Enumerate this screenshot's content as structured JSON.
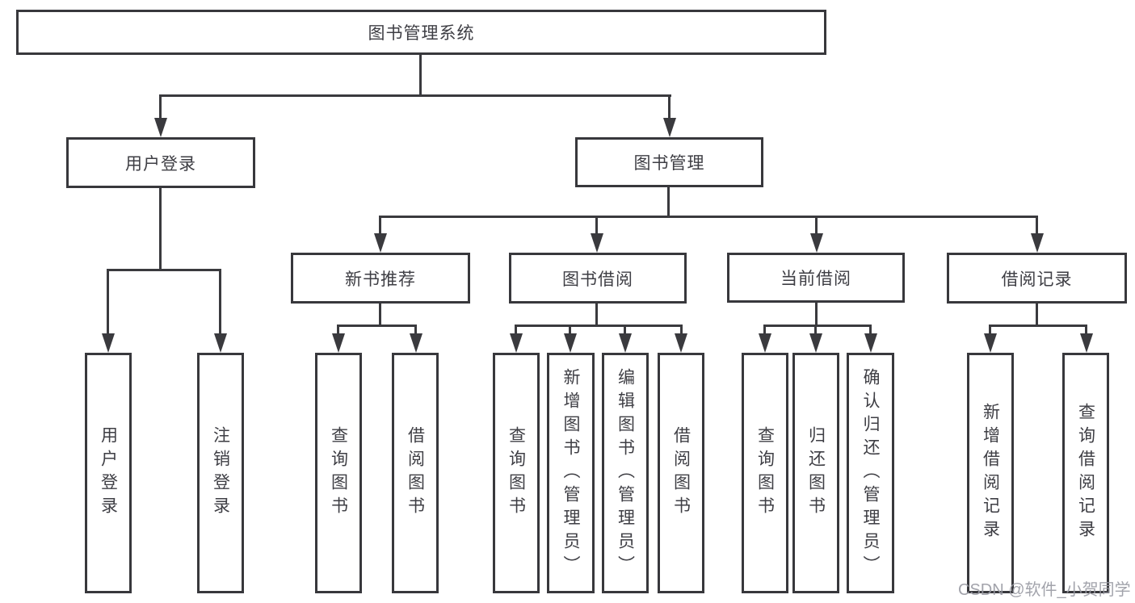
{
  "diagram_title": "图书管理系统",
  "colors": {
    "line": "#3a3a3e",
    "border": "#38383c",
    "text": "#3e3e44",
    "watermark": "#9899a2",
    "background": "#ffffff"
  },
  "tree": {
    "root": {
      "label": "图书管理系统"
    },
    "branches": [
      {
        "label": "用户登录",
        "children": [
          {
            "label": "用户登录"
          },
          {
            "label": "注销登录"
          }
        ]
      },
      {
        "label": "图书管理",
        "children": [
          {
            "label": "新书推荐",
            "children": [
              {
                "label": "查询图书"
              },
              {
                "label": "借阅图书"
              }
            ]
          },
          {
            "label": "图书借阅",
            "children": [
              {
                "label": "查询图书"
              },
              {
                "label": "新增图书（管理员）"
              },
              {
                "label": "编辑图书（管理员）"
              },
              {
                "label": "借阅图书"
              }
            ]
          },
          {
            "label": "当前借阅",
            "children": [
              {
                "label": "查询图书"
              },
              {
                "label": "归还图书"
              },
              {
                "label": "确认归还（管理员）"
              }
            ]
          },
          {
            "label": "借阅记录",
            "children": [
              {
                "label": "新增借阅记录"
              },
              {
                "label": "查询借阅记录"
              }
            ]
          }
        ]
      }
    ]
  },
  "watermark": {
    "text": "CSDN @软件_小贺同学"
  }
}
